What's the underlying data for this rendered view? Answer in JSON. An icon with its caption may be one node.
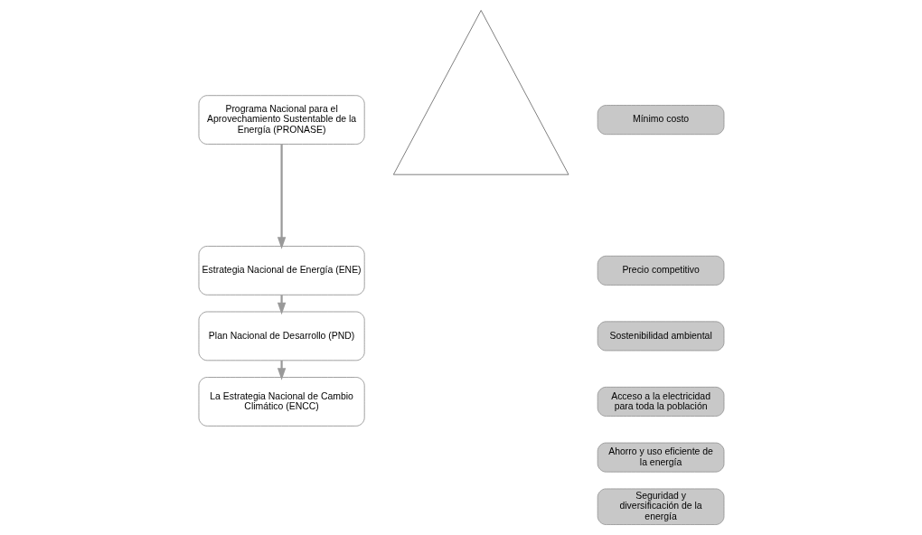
{
  "diagram": {
    "nodes": [
      {
        "text": [
          "Programa Nacional para el Aprovechamiento Sustentable de la Energía (PRONASE)"
        ]
      },
      {
        "text": [
          "Estrategia Nacional de Energía (ENE)"
        ]
      },
      {
        "text": [
          "Plan Nacional de Desarrollo (PND)"
        ]
      },
      {
        "text": [
          "La Estrategia Nacional de Cambio Climático (ENCC)"
        ]
      },
      {
        "text": [],
        "shape": "triangle"
      },
      {
        "text": [
          "Mínimo costo"
        ]
      },
      {
        "text": [
          "Precio competitivo"
        ]
      },
      {
        "text": [
          "Sostenibilidad ambiental"
        ]
      },
      {
        "text": [
          "Acceso a la electricidad para toda la población"
        ]
      },
      {
        "text": [
          "Ahorro y uso eficiente de la energía"
        ]
      },
      {
        "text": [
          "Seguridad y diversificación de la energía"
        ]
      }
    ],
    "edges": [
      {
        "from": 0,
        "to": 1,
        "arrow": "to"
      },
      {
        "from": 1,
        "to": 2,
        "arrow": "to"
      },
      {
        "from": 2,
        "to": 3,
        "arrow": "to"
      }
    ]
  }
}
